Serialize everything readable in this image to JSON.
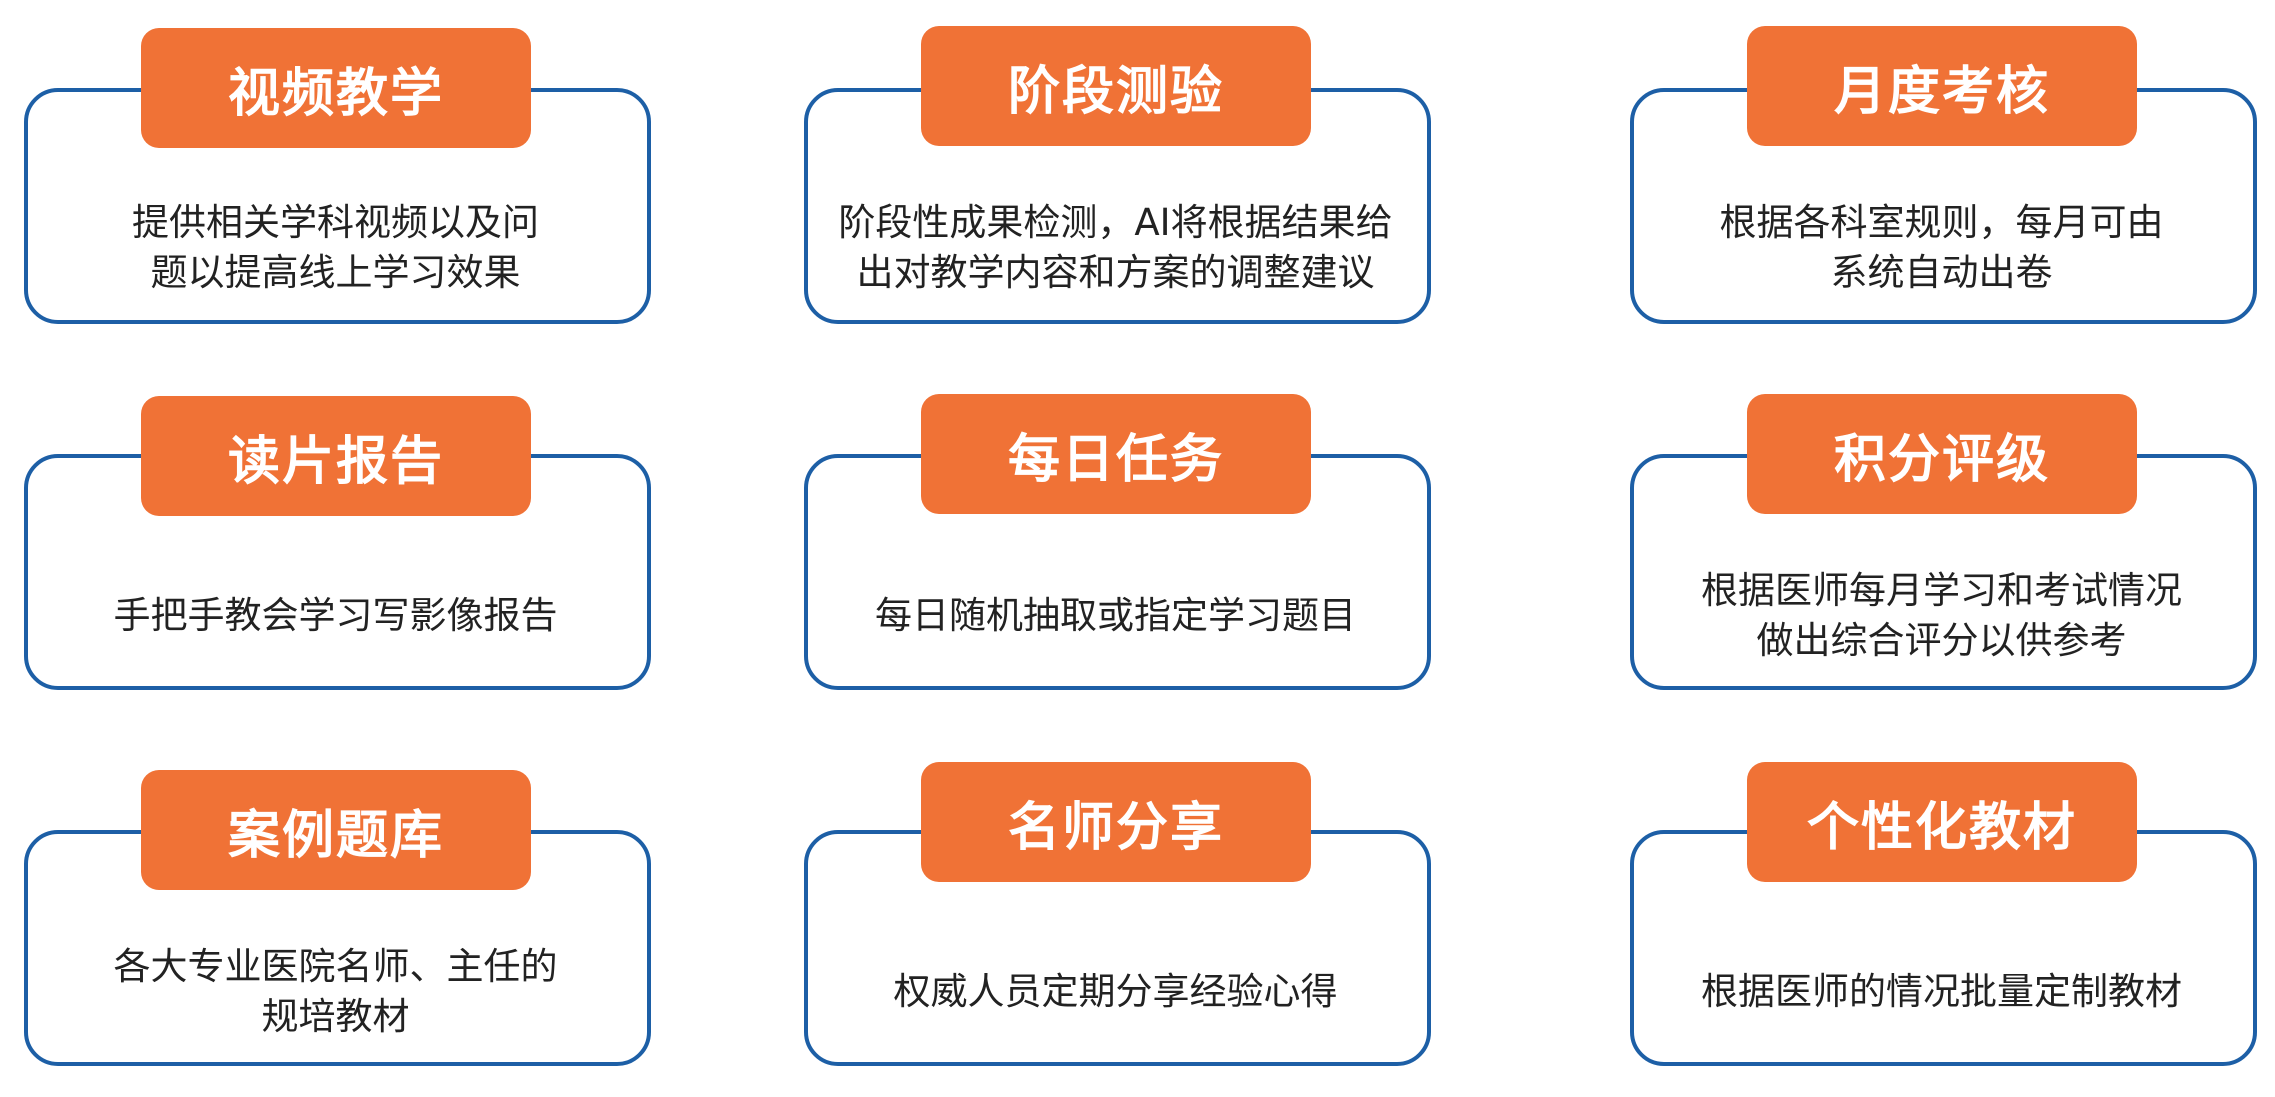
{
  "colors": {
    "accent": "#f07236",
    "border": "#1d5fa6",
    "text": "#222222"
  },
  "cards": [
    {
      "title": "视频教学",
      "desc": "提供相关学科视频以及问\n题以提高线上学习效果"
    },
    {
      "title": "阶段测验",
      "desc": "阶段性成果检测，AI将根据结果给\n出对教学内容和方案的调整建议"
    },
    {
      "title": "月度考核",
      "desc": "根据各科室规则，每月可由\n系统自动出卷"
    },
    {
      "title": "读片报告",
      "desc": "手把手教会学习写影像报告"
    },
    {
      "title": "每日任务",
      "desc": "每日随机抽取或指定学习题目"
    },
    {
      "title": "积分评级",
      "desc": "根据医师每月学习和考试情况\n做出综合评分以供参考"
    },
    {
      "title": "案例题库",
      "desc": "各大专业医院名师、主任的\n规培教材"
    },
    {
      "title": "名师分享",
      "desc": "权威人员定期分享经验心得"
    },
    {
      "title": "个性化教材",
      "desc": "根据医师的情况批量定制教材"
    }
  ]
}
